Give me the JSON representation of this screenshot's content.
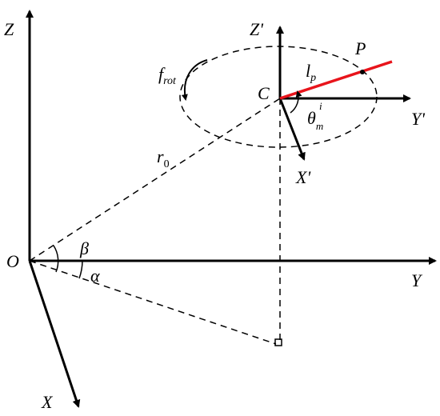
{
  "labels": {
    "Z": "Z",
    "O": "O",
    "X": "X",
    "Y": "Y",
    "alpha": "α",
    "beta": "β",
    "r_base": "r",
    "r_sub": "0",
    "C": "C",
    "Zp": "Z'",
    "Yp": "Y'",
    "Xp": "X'",
    "P": "P",
    "lp_base": "l",
    "lp_sub": "p",
    "theta_base": "θ",
    "theta_sub": "m",
    "theta_sup": "i",
    "frot_base": "f",
    "frot_sub": "rot"
  },
  "colors": {
    "axis": "#000000",
    "highlight_line": "#e8141b"
  }
}
